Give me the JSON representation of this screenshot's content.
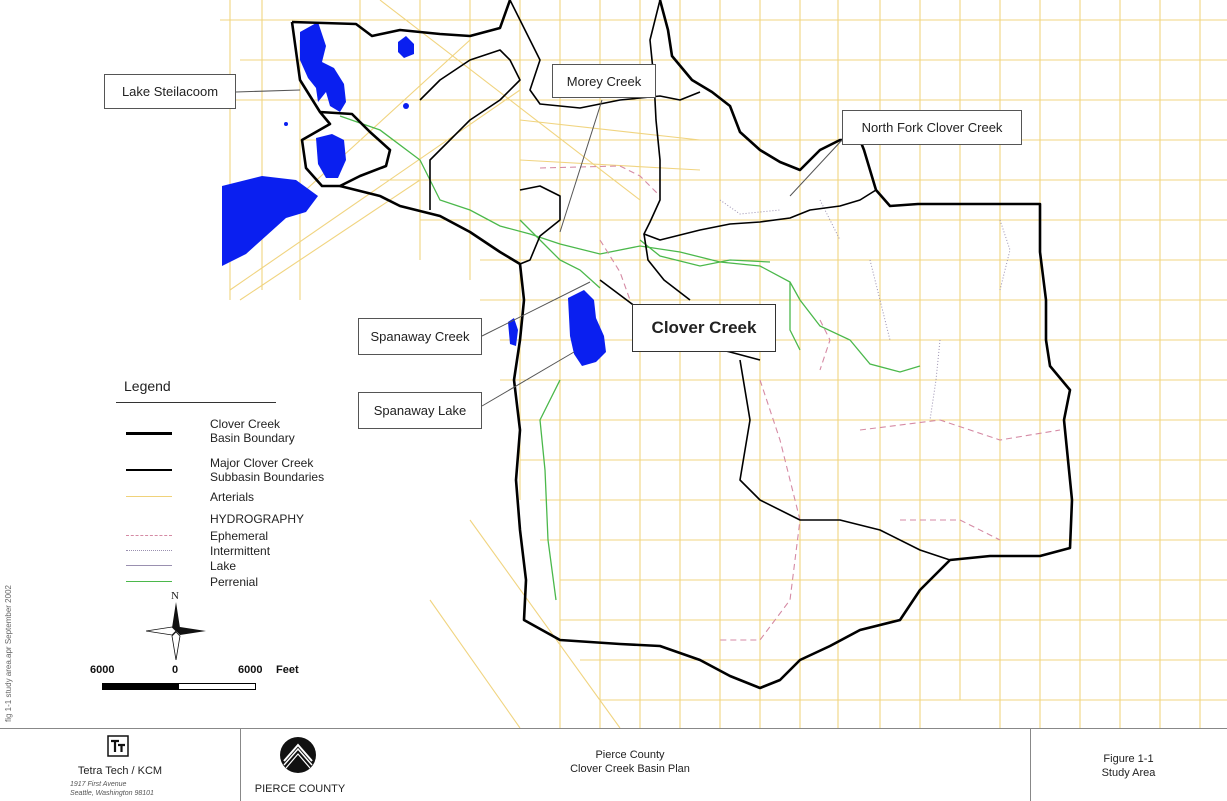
{
  "callouts": {
    "lake_steilacoom": "Lake Steilacoom",
    "morey_creek": "Morey Creek",
    "north_fork": "North Fork Clover Creek",
    "spanaway_creek": "Spanaway Creek",
    "clover_creek": "Clover Creek",
    "spanaway_lake": "Spanaway Lake"
  },
  "legend": {
    "title": "Legend",
    "basin_boundary": "Clover Creek\nBasin Boundary",
    "subbasin_boundaries": "Major Clover Creek\nSubbasin Boundaries",
    "arterials": "Arterials",
    "hydrography": "HYDROGRAPHY",
    "ephemeral": "Ephemeral",
    "intermittent": "Intermittent",
    "lake": "Lake",
    "perrenial": "Perrenial"
  },
  "compass": {
    "north": "N"
  },
  "scale": {
    "left": "6000",
    "middle": "0",
    "right": "6000",
    "unit": "Feet"
  },
  "side_note": "fig 1-1 study area.apr  September 2002",
  "footer": {
    "firm_name": "Tetra Tech / KCM",
    "firm_address_1": "1917 First Avenue",
    "firm_address_2": "Seattle, Washington 98101",
    "county_logo_text": "PIERCE COUNTY",
    "plan_line_1": "Pierce County",
    "plan_line_2": "Clover Creek Basin Plan",
    "figure_number": "Figure 1-1",
    "figure_title": "Study Area"
  },
  "colors": {
    "lake": "#0a1ff0",
    "arterial": "#f0d27a",
    "perennial": "#4bb84b",
    "ephemeral": "#d58aa4",
    "boundary": "#000000"
  }
}
